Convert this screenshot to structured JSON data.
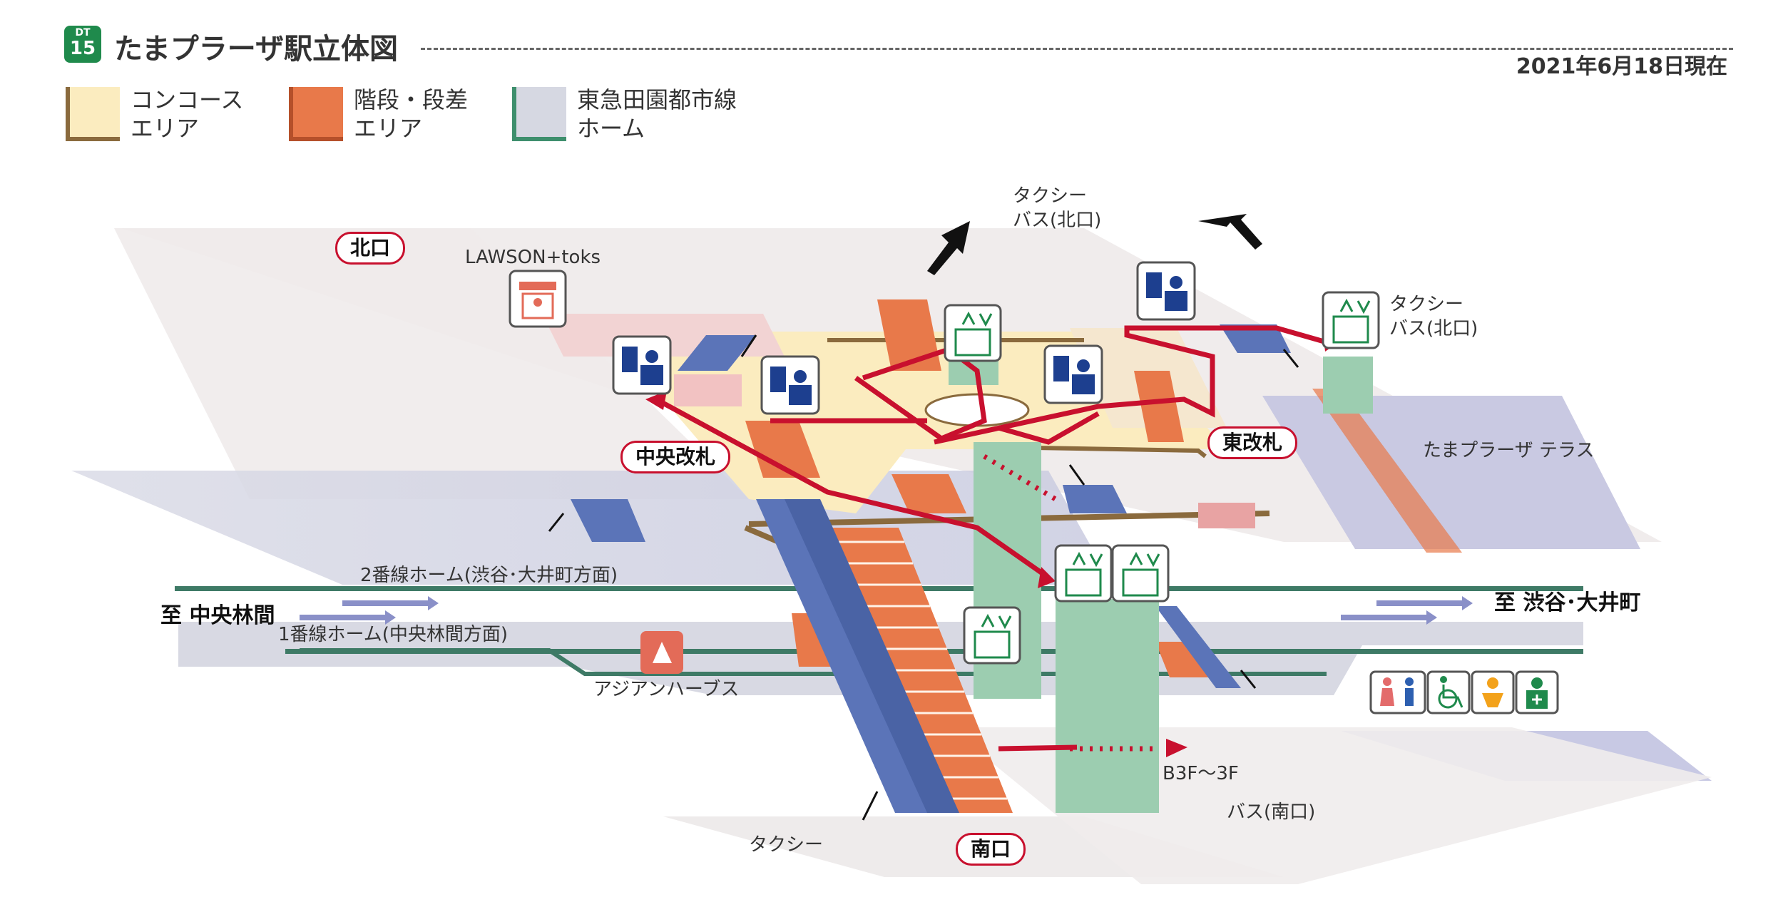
{
  "header": {
    "badge_line": "DT",
    "badge_number": "15",
    "title": "たまプラーザ駅立体図",
    "date": "2021年6月18日現在"
  },
  "legend": [
    {
      "label": "コンコース\nエリア",
      "color": "#fbecbf",
      "edge": "#8a6a3d"
    },
    {
      "label": "階段・段差\nエリア",
      "color": "#e8794a",
      "edge": "#b5502a"
    },
    {
      "label": "東急田園都市線\nホーム",
      "color": "#d6d8e2",
      "edge": "#3e8f6d"
    }
  ],
  "exits": {
    "north": "北口",
    "central_gate": "中央改札",
    "east_gate": "東改札",
    "south": "南口"
  },
  "labels": {
    "lawson": "LAWSON+toks",
    "taxi_bus_north_top": "タクシー\nバス(北口)",
    "taxi_bus_north_right": "タクシー\nバス(北口)",
    "terrace": "たまプラーザ テラス",
    "platform2": "2番線ホーム(渋谷･大井町方面)",
    "platform1": "1番線ホーム(中央林間方面)",
    "to_chuorinkan": "至 中央林間",
    "to_shibuya": "至 渋谷･大井町",
    "asian_herbs": "アジアンハーブス",
    "b3f": "B3F〜3F",
    "bus_south": "バス(南口)",
    "taxi_south": "タクシー"
  },
  "colors": {
    "concourse": "#fbecbf",
    "stairs": "#e8794a",
    "platform": "#d6d8e2",
    "route": "#c8102e",
    "elevator": "#1f8a4c",
    "ticket_machine": "#1d3f8f",
    "escalator": "#5b74b8",
    "shaft": "#9ccdb0"
  },
  "icons": [
    "shop-icon",
    "ticket-machine-icon",
    "elevator-icon",
    "restroom-icon",
    "wheelchair-icon",
    "baby-icon",
    "first-aid-icon",
    "herb-shop-icon"
  ]
}
